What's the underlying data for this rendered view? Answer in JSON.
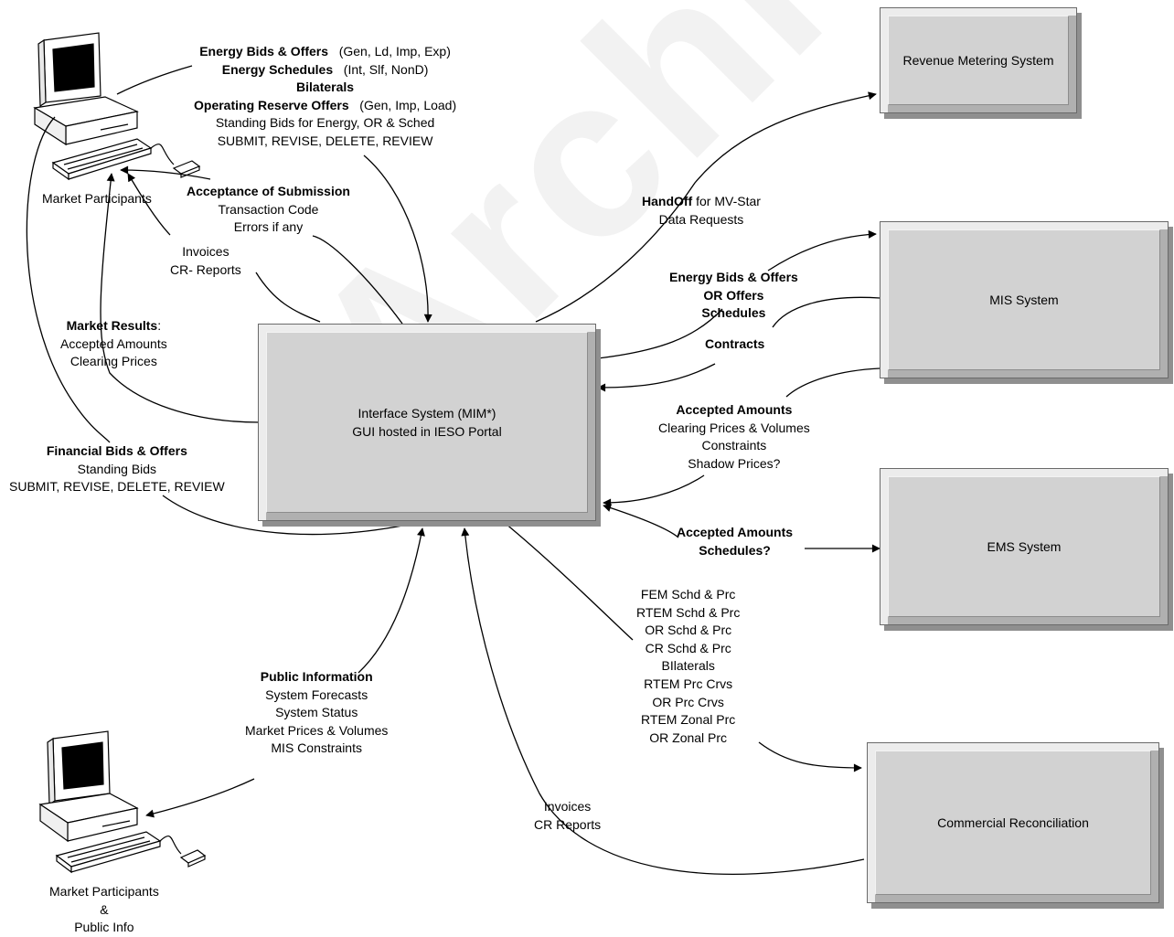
{
  "watermark": "Archived",
  "boxes": {
    "revenue_metering": "Revenue Metering System",
    "mis": "MIS System",
    "ems": "EMS System",
    "commercial_reconciliation": "Commercial Reconciliation",
    "interface": [
      "Interface System (MIM*)",
      "GUI hosted in IESO Portal"
    ]
  },
  "computers": {
    "top_label": "Market Participants",
    "bottom_label": [
      "Market Participants",
      "&",
      "Public Info"
    ]
  },
  "labels": {
    "submissions": {
      "energy_bids_bold": "Energy Bids & Offers",
      "energy_bids_rest": "(Gen, Ld, Imp, Exp)",
      "energy_schedules_bold": "Energy Schedules",
      "energy_schedules_rest": "(Int, Slf,  NonD)",
      "bilaterals": "Bilaterals",
      "or_offers_bold": "Operating Reserve Offers",
      "or_offers_rest": "(Gen,  Imp, Load)",
      "standing": "Standing Bids for  Energy,  OR  & Sched",
      "actions": "SUBMIT, REVISE, DELETE, REVIEW"
    },
    "acceptance": {
      "title": "Acceptance  of Submission",
      "line1": "Transaction Code",
      "line2": "Errors if any"
    },
    "invoices_top": [
      "Invoices",
      "CR- Reports"
    ],
    "market_results": {
      "title": "Market Results",
      "colon": ":",
      "line1": "Accepted Amounts",
      "line2": "Clearing Prices"
    },
    "financial": {
      "title": "Financial Bids & Offers",
      "line1": "Standing Bids",
      "line2": "SUBMIT, REVISE, DELETE, REVIEW"
    },
    "public_info": {
      "title": "Public Information",
      "lines": [
        "System Forecasts",
        "System Status",
        "Market  Prices & Volumes",
        "MIS Constraints"
      ]
    },
    "invoices_bottom": [
      "Invoices",
      "CR Reports"
    ],
    "handoff": {
      "bold": "HandOff",
      "rest": " for  MV-Star",
      "line2": "Data Requests"
    },
    "mis_out": [
      "Energy Bids & Offers",
      "OR Offers",
      "Schedules"
    ],
    "contracts": "Contracts",
    "mis_in": {
      "title": "Accepted Amounts",
      "lines": [
        "Clearing Prices & Volumes",
        "Constraints",
        "Shadow Prices?"
      ]
    },
    "ems": [
      "Accepted Amounts",
      "Schedules?"
    ],
    "cr_list": [
      "FEM  Schd & Prc",
      "RTEM Schd & Prc",
      "OR Schd & Prc",
      "CR Schd & Prc",
      "BIlaterals",
      "RTEM Prc Crvs",
      "OR Prc Crvs",
      "RTEM Zonal Prc",
      "OR Zonal Prc"
    ]
  }
}
